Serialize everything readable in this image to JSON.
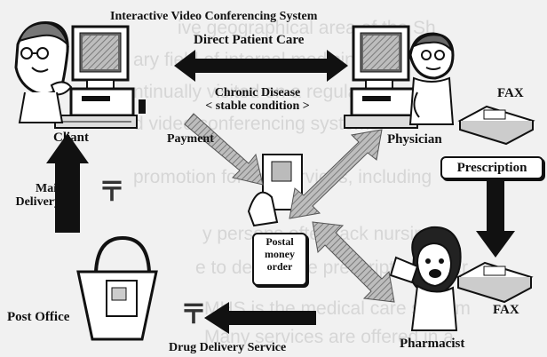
{
  "diagram": {
    "title": "Interactive Video Conferencing System",
    "link_label": "Direct Patient Care",
    "condition_line1": "Chronic Disease",
    "condition_line2": "< stable condition >",
    "client_label": "Cliant",
    "physician_label": "Physician",
    "pharmacist_label": "Pharmacist",
    "post_office_label": "Post Office",
    "fax_top_label": "FAX",
    "fax_bottom_label": "FAX",
    "prescription_label": "Prescription",
    "payment_label": "Payment",
    "mail_delivery_line1": "Mail",
    "mail_delivery_line2": "Delivery",
    "drug_delivery_label": "Drug Delivery Service",
    "money_order_line1": "Postal",
    "money_order_line2": "money",
    "money_order_line3": "order",
    "postal_mark": "〒"
  },
  "background_text": [
    "ive geographical area of the Sh",
    "ary field of internal medicine, the",
    "ntinually visited on a regular ba",
    "d video conferencing systems",
    "promotion for the services, including",
    "y persons often lack nursing c",
    "e to deliver the prescription order",
    "MHS is the medical care system",
    "Many services are offered in a"
  ]
}
